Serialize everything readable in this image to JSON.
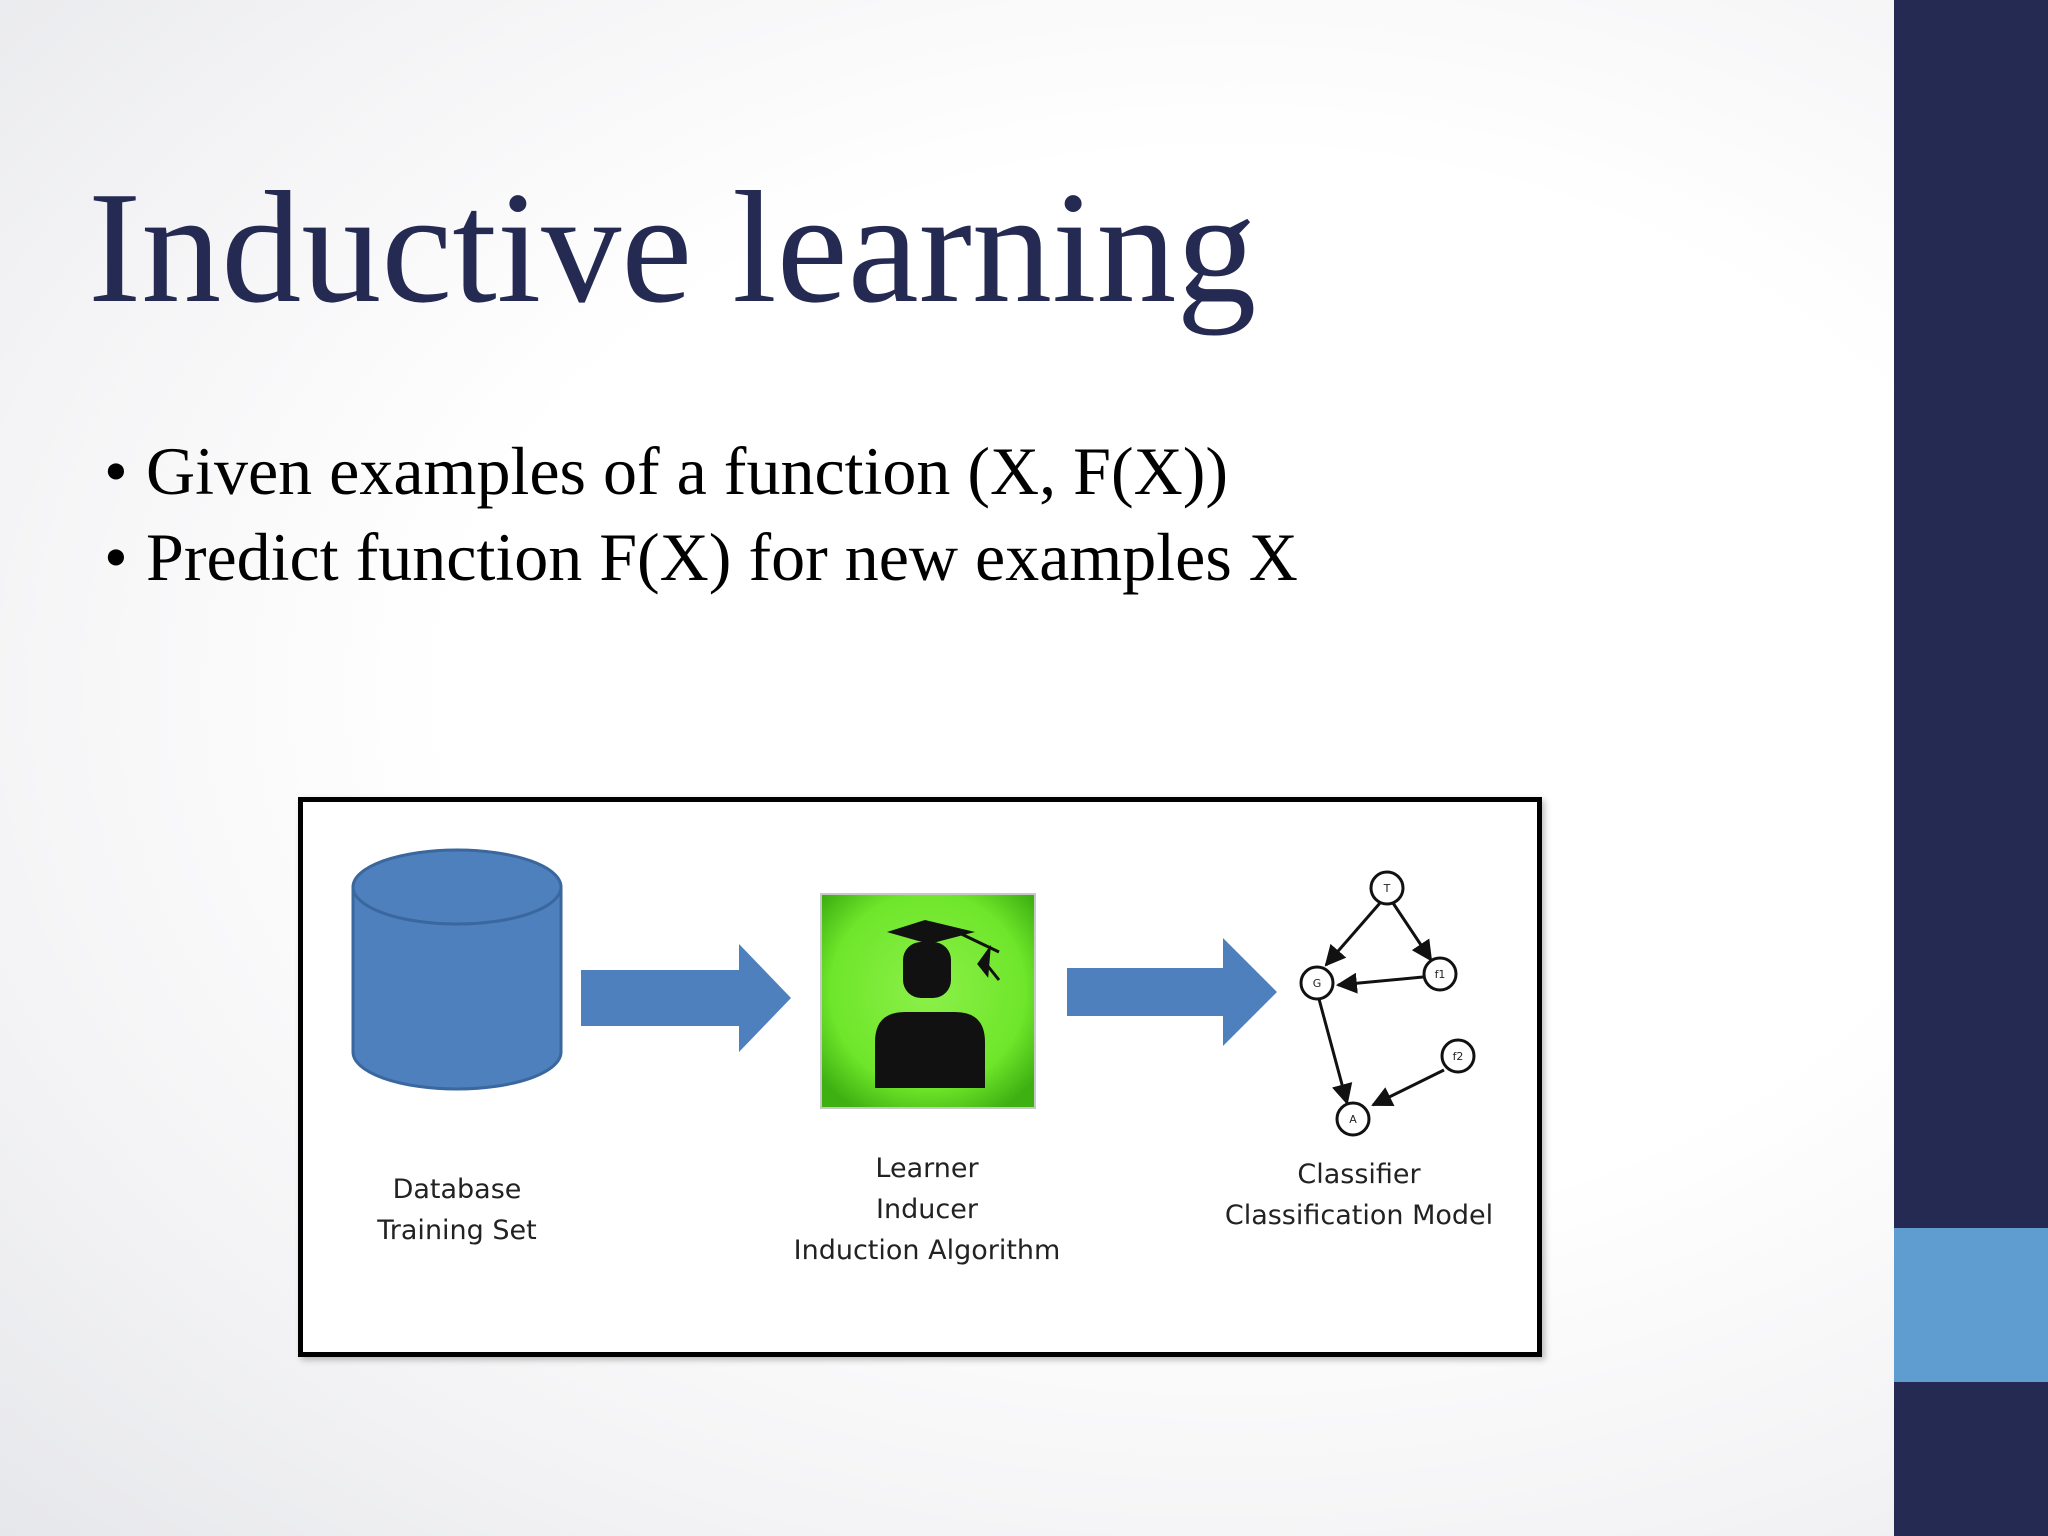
{
  "slide": {
    "title": "Inductive learning",
    "bullets": [
      "Given examples of a function (X, F(X))",
      "Predict function F(X) for new examples X"
    ],
    "bullet_glyph": "•"
  },
  "diagram": {
    "database": {
      "icon": "database-cylinder-icon",
      "label_lines": [
        "Database",
        "Training Set"
      ]
    },
    "learner": {
      "icon": "graduate-learner-icon",
      "label_lines": [
        "Learner",
        "Inducer",
        "Induction Algorithm"
      ]
    },
    "classifier": {
      "icon": "network-graph-icon",
      "label_lines": [
        "Classifier",
        "Classification Model"
      ],
      "graph_nodes": [
        "T",
        "G",
        "f1",
        "f2",
        "A"
      ]
    }
  },
  "colors": {
    "title": "#252a53",
    "right_bar": "#252a53",
    "right_accent": "#5f9dd1",
    "cylinder_fill": "#4e80bd",
    "cylinder_stroke": "#3a679e",
    "arrow_fill": "#4e80bd",
    "learner_bg": "#6ee62a",
    "learner_bg_edge": "#3fb012",
    "graph_stroke": "#111111"
  }
}
